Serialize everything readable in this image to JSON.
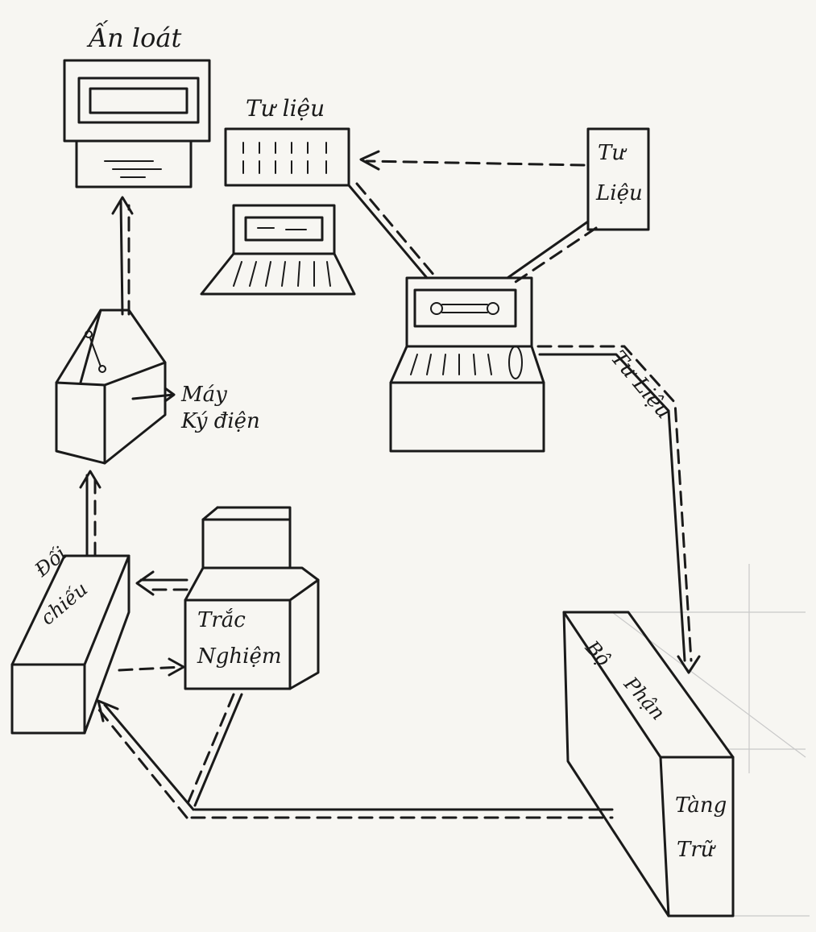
{
  "labels": {
    "printer": "Ấn loát",
    "archive_top": "Tư liệu",
    "archive_box": [
      "Tư",
      "Liệu"
    ],
    "flow_label": "Tư Liệu",
    "recorder": [
      "Máy",
      "Ký điện"
    ],
    "compare": [
      "Đối",
      "chiếu"
    ],
    "test": [
      "Trắc",
      "Nghiệm"
    ],
    "storage_dept": [
      "Bộ",
      "Phận"
    ],
    "storage": [
      "Tàng",
      "Trữ"
    ]
  }
}
